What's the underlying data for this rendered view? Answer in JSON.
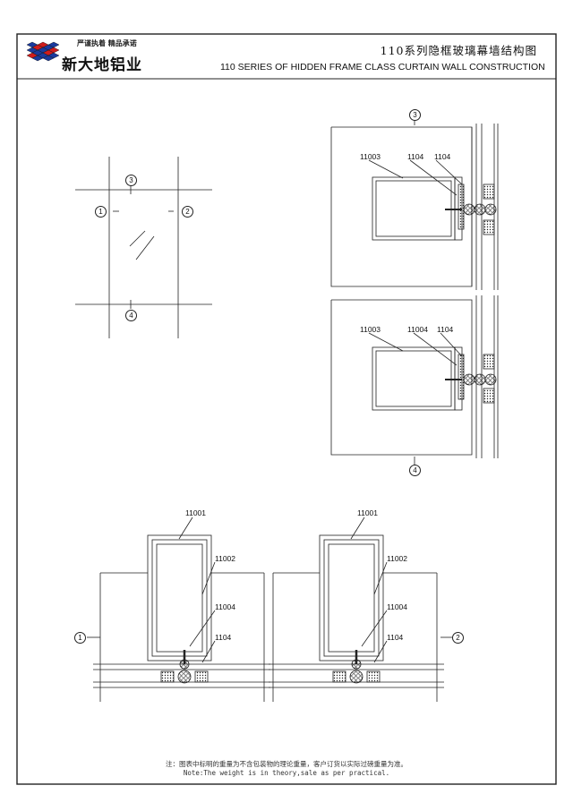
{
  "header": {
    "slogan": "严谨执着 精品承诺",
    "company": "新大地铝业",
    "title_cn": "110系列隐框玻璃幕墙结构图",
    "title_en": "110   SERIES OF HIDDEN FRAME CLASS CURTAIN WALL CONSTRUCTION"
  },
  "markers": {
    "m1": "1",
    "m2": "2",
    "m3": "3",
    "m4": "4"
  },
  "section3": {
    "a": "11003",
    "b": "1104",
    "c": "1104"
  },
  "section4": {
    "a": "11003",
    "b": "11004",
    "c": "1104"
  },
  "left_section": {
    "a": "11001",
    "b": "11002",
    "c": "11004",
    "d": "1104"
  },
  "right_section": {
    "a": "11001",
    "b": "11002",
    "c": "11004",
    "d": "1104"
  },
  "footer": {
    "note_cn": "注：图表中标明的重量为不含包装物的理论重量，客户订货以实际过磅重量为准。",
    "note_en": "Note:The weight is in theory,sale as per practical."
  },
  "colors": {
    "logo_blue": "#1a3a9e",
    "logo_red": "#d01c1c",
    "ink": "#111111"
  }
}
